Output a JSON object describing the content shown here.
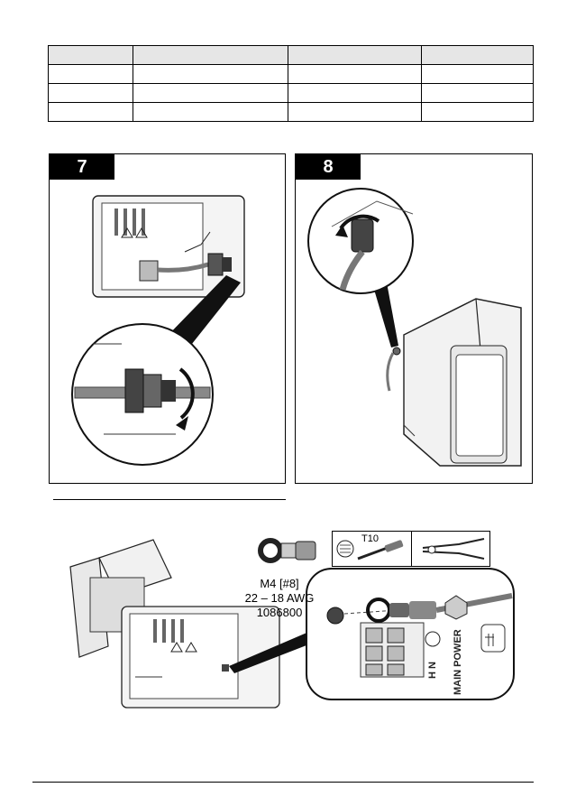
{
  "table": {
    "rows": [
      [
        "",
        "",
        "",
        ""
      ],
      [
        "",
        "",
        "",
        ""
      ],
      [
        "",
        "",
        "",
        ""
      ],
      [
        "",
        "",
        "",
        ""
      ]
    ]
  },
  "steps": [
    {
      "number": "7"
    },
    {
      "number": "8"
    }
  ],
  "ring_terminal": {
    "size": "M4 [#8]",
    "wire_gauge": "22 – 18 AWG",
    "part_number": "1086800"
  },
  "tools": {
    "screwdriver_label": "T10"
  },
  "terminal_labels": {
    "hn": "H N",
    "main_power": "MAIN POWER"
  }
}
